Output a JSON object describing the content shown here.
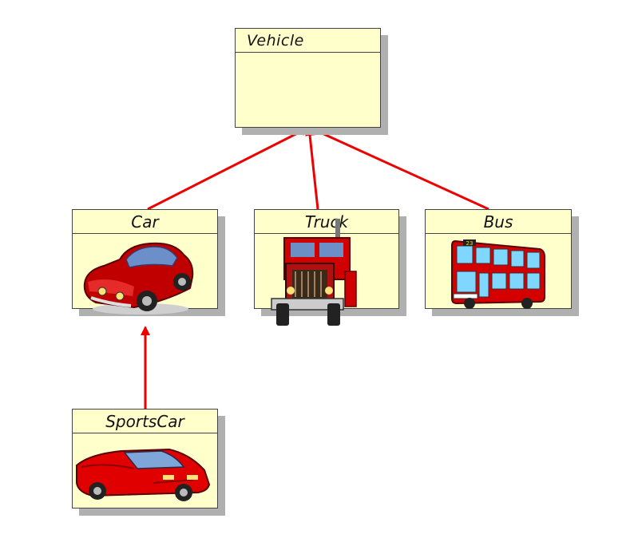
{
  "diagram": {
    "classes": {
      "vehicle": {
        "name": "Vehicle"
      },
      "car": {
        "name": "Car"
      },
      "truck": {
        "name": "Truck"
      },
      "bus": {
        "name": "Bus"
      },
      "sportscar": {
        "name": "SportsCar"
      }
    },
    "colors": {
      "box_fill": "#ffffcc",
      "border": "#444444",
      "shadow": "#b0b0b0",
      "arrow": "#ee0000"
    },
    "bus_sign": "23"
  }
}
